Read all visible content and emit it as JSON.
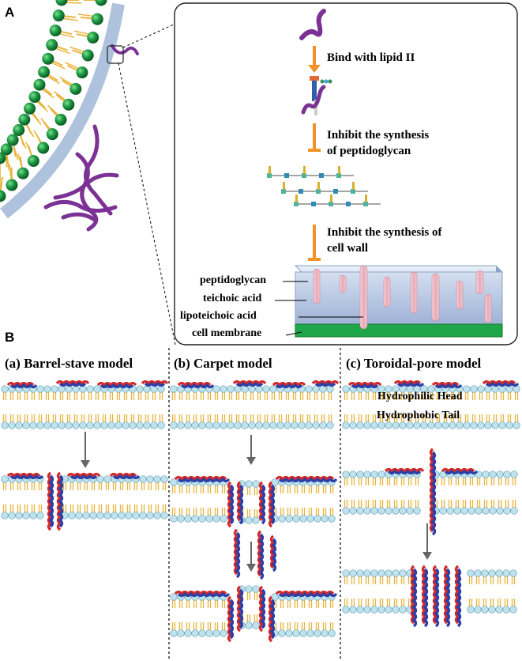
{
  "panel_a": {
    "letter": "A",
    "steps": [
      "Bind with lipid II",
      "Inhibit the synthesis",
      "of peptidoglycan",
      "Inhibit the synthesis of",
      "cell wall"
    ],
    "wall_labels": [
      "peptidoglycan",
      "teichoic acid",
      "lipoteichoic acid",
      "cell membrane"
    ]
  },
  "panel_b": {
    "letter": "B",
    "models": [
      {
        "title": "(a) Barrel-stave model"
      },
      {
        "title": "(b) Carpet model"
      },
      {
        "title": "(c) Toroidal-pore model"
      }
    ],
    "layer_labels": {
      "head": "Hydrophilic Head",
      "tail": "Hydrophobic Tail"
    }
  },
  "colors": {
    "peptide_purple": "#7b3294",
    "lipid_head_green": "#1e8c3c",
    "lipid_tail_yellow": "#e8b43c",
    "membrane_head_blue": "#bfe3ee",
    "arrow_orange": "#f0932b",
    "helix_red": "#d42a2a",
    "helix_blue": "#2b3fa8",
    "wall_blue": "#b9c9e3",
    "membrane_green": "#1fa64a"
  }
}
